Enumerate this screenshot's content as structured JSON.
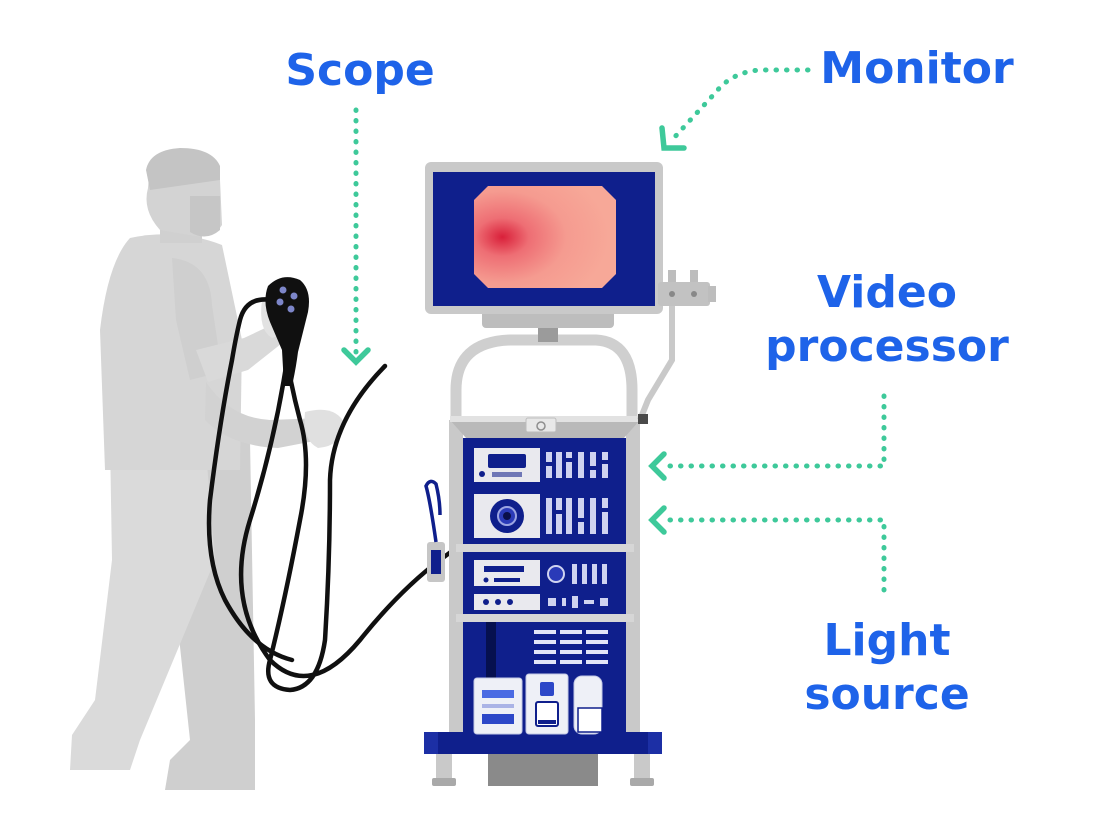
{
  "labels": {
    "scope": "Scope",
    "monitor": "Monitor",
    "video_line1": "Video",
    "video_line2": "processor",
    "light_line1": "Light",
    "light_line2": "source"
  },
  "colors": {
    "label": "#1e63e9",
    "arrow": "#3ec99a",
    "navy": "#0e1f8a",
    "frame": "#c9c9c9",
    "person": "#d6d6d6",
    "screen_image": "#f4a08f"
  },
  "icons": [
    "person-figure",
    "endoscope",
    "monitor",
    "video-processor",
    "light-source",
    "equipment-cart"
  ]
}
